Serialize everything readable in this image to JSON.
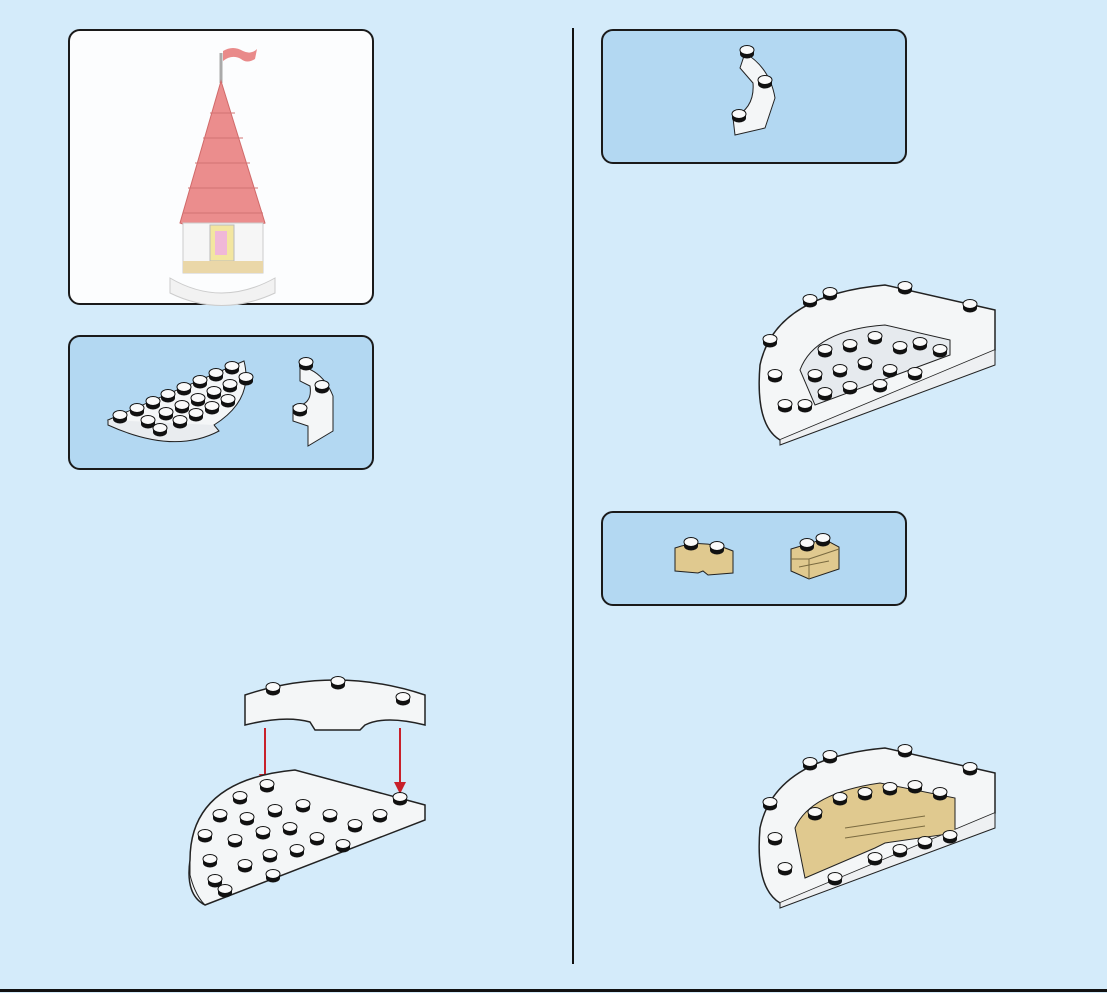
{
  "page": {
    "background_color": "#d4ebfa",
    "parts_box_color": "#b3d8f2",
    "brick_white": "#f4f6f7",
    "brick_tan": "#e0c98f",
    "roof_red": "#e98a8a",
    "arrow_red": "#c8202a"
  },
  "steps": [
    {
      "kind": "model-preview",
      "icon": "castle-tower-icon"
    },
    {
      "kind": "parts-list",
      "parts": [
        "half-round-plate-icon",
        "white-arch-brick-icon"
      ]
    },
    {
      "kind": "assembly",
      "icon": "attach-arch-to-plate-icon"
    },
    {
      "kind": "parts-list",
      "parts": [
        "white-arch-brick-icon"
      ]
    },
    {
      "kind": "assembly",
      "icon": "white-wall-ring-icon"
    },
    {
      "kind": "parts-list",
      "parts": [
        "tan-round-brick-icon",
        "tan-masonry-brick-icon"
      ]
    },
    {
      "kind": "assembly",
      "icon": "tan-inner-wall-icon"
    }
  ]
}
